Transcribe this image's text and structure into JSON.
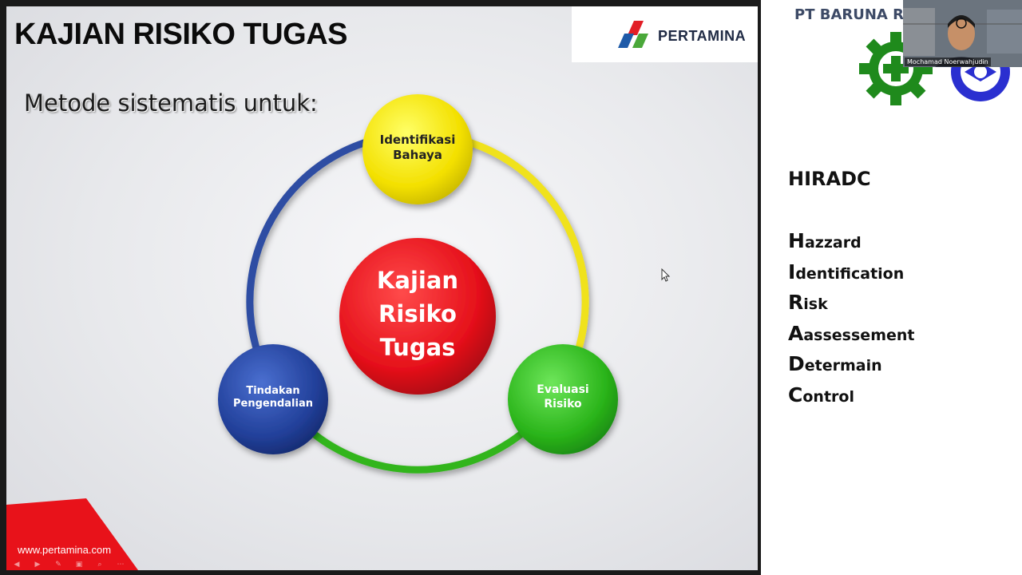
{
  "slide": {
    "title": "KAJIAN RISIKO TUGAS",
    "logo_text": "PERTAMINA",
    "subtitle": "Metode sistematis untuk:",
    "footer_url": "www.pertamina.com"
  },
  "diagram": {
    "center": "Kajian\nRisiko\nTugas",
    "nodes": [
      {
        "label": "Identifikasi\nBahaya",
        "color": "#f5e600",
        "text_color": "#222222"
      },
      {
        "label": "Evaluasi\nRisiko",
        "color": "#2db81c",
        "text_color": "#ffffff"
      },
      {
        "label": "Tindakan\nPengendalian",
        "color": "#24409a",
        "text_color": "#ffffff"
      }
    ],
    "center_color": "#e8121a",
    "ring_colors": {
      "blue": "#2f4da3",
      "yellow": "#f0e21a",
      "green": "#33b51f"
    }
  },
  "sidebar": {
    "company": "PT BARUNA R",
    "participant_name": "Mochamad Noerwahjudin",
    "hiradc_title": "HIRADC",
    "hiradc_items": [
      {
        "first": "H",
        "rest": "azzard"
      },
      {
        "first": "I",
        "rest": "dentification"
      },
      {
        "first": "R",
        "rest": "isk"
      },
      {
        "first": "A",
        "rest": "assessement"
      },
      {
        "first": "D",
        "rest": "etermain"
      },
      {
        "first": "C",
        "rest": "ontrol"
      }
    ]
  },
  "icons": [
    "pertamina-logo-icon",
    "gear-cross-icon",
    "blue-emblem-icon",
    "mouse-cursor-icon",
    "webcam-video"
  ]
}
